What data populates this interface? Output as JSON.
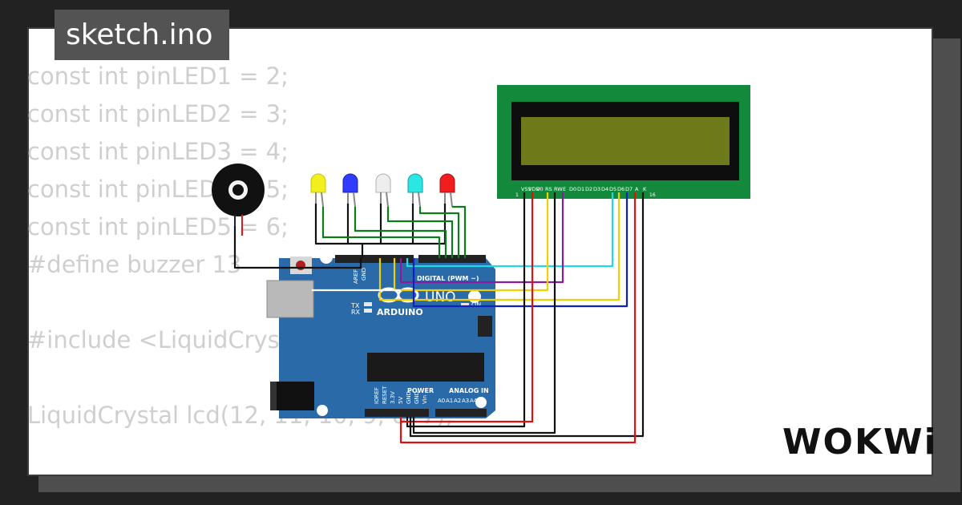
{
  "filename": "sketch.ino",
  "code_lines": [
    "const int pinLED1 = 2;",
    "const int pinLED2 = 3;",
    "const int pinLED3 = 4;",
    "const int pinLED4 = 5;",
    "const int pinLED5 = 6;",
    "#define buzzer 13",
    "",
    "#include <LiquidCrystal.h>",
    "",
    "LiquidCrystal lcd(12, 11, 10, 9, 8, 7);"
  ],
  "board": {
    "brand": "ARDUINO",
    "model": "UNO",
    "digital_label": "DIGITAL (PWM ~)",
    "power_label": "POWER",
    "analog_label": "ANALOG IN",
    "aref_label": "AREF",
    "gnd_label": "GND",
    "tx_label": "TX",
    "rx_label": "RX",
    "on_label": "ON",
    "power_pins": [
      "IOREF",
      "RESET",
      "3.3V",
      "5V",
      "GND",
      "GND",
      "Vin"
    ],
    "analog_pins": [
      "A0",
      "A1",
      "A2",
      "A3",
      "A4",
      "A5"
    ]
  },
  "lcd": {
    "pins": [
      "VSS",
      "VDD",
      "V0",
      "RS",
      "RW",
      "E",
      "D0",
      "D1",
      "D2",
      "D3",
      "D4",
      "D5",
      "D6",
      "D7",
      "A",
      "K"
    ],
    "pin_first": "1",
    "pin_last": "16"
  },
  "leds": [
    {
      "color": "#f2ef1e"
    },
    {
      "color": "#2f3bff"
    },
    {
      "color": "#eeeeee"
    },
    {
      "color": "#2ce6e6"
    },
    {
      "color": "#f01e1e"
    }
  ],
  "logo": "WOKWi",
  "colors": {
    "board": "#2a6aa8",
    "lcd_pcb": "#138a3b",
    "lcd_screen": "#6e7a1a",
    "wire_green": "#0a7d1a",
    "wire_black": "#111111",
    "wire_red": "#e01010",
    "wire_yellow": "#f0d000",
    "wire_purple": "#8a1aa0",
    "wire_cyan": "#20d8e8",
    "wire_blue": "#1020c0"
  }
}
